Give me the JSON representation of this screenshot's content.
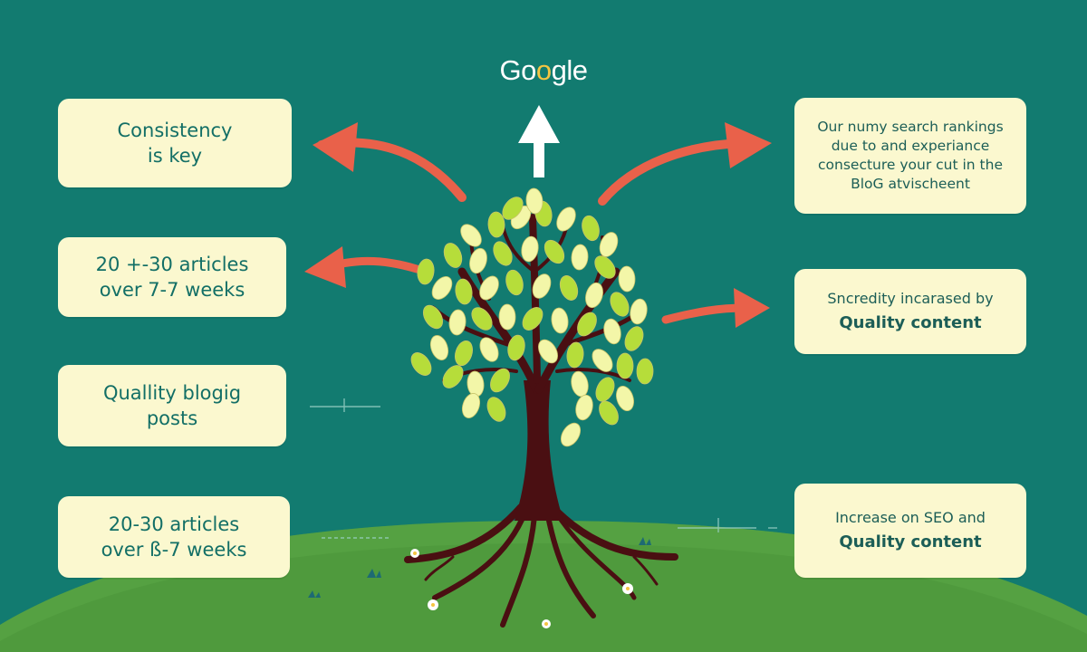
{
  "logo": {
    "part1": "Go",
    "part2": "o",
    "part3": "gle"
  },
  "left_boxes": [
    {
      "line1": "Consistency",
      "line2": "is key"
    },
    {
      "line1": "20 +-30 articles",
      "line2": "over 7-7 weeks"
    },
    {
      "line1": "Quallity blogig",
      "line2": "posts"
    },
    {
      "line1": "20-30 articles",
      "line2": "over ß-7 weeks"
    }
  ],
  "right_boxes": [
    {
      "line1": "Our numy search rankings",
      "line2": "due to and experiance",
      "line3": "consecture your cut in the",
      "line4": "BloG atvischeent"
    },
    {
      "line1": "Sncredity incarased by",
      "line2": "Quality content"
    },
    {
      "line1": "Increase on SEO and",
      "line2": "Quality content"
    }
  ],
  "colors": {
    "background": "#127b70",
    "hill": "#4f9a3d",
    "box": "#fbf8cf",
    "box_text": "#136f66",
    "arrow": "#e9614a",
    "trunk": "#4a0f12",
    "leaf_light": "#f3f6a8",
    "leaf_green": "#b6dd3a",
    "up_arrow": "#ffffff"
  },
  "icons": {
    "tree": "tree-icon",
    "up_arrow": "arrow-up-icon",
    "curved_arrows": "curved-arrow-icon",
    "flowers": "flower-icon"
  }
}
